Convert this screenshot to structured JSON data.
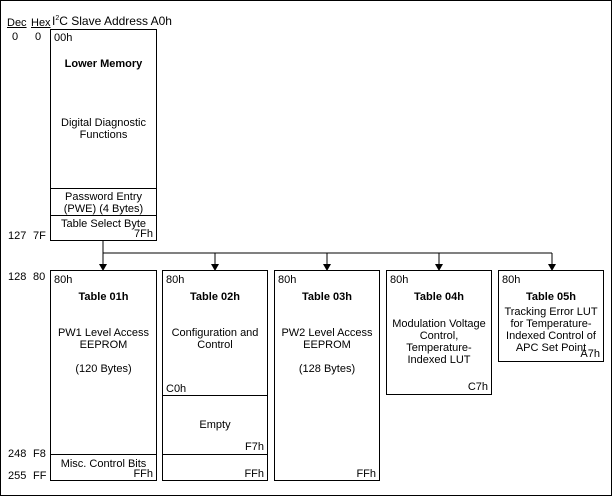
{
  "header": {
    "dec": "Dec",
    "hex": "Hex",
    "i2c_prefix": "I",
    "i2c_sup": "2",
    "i2c_rest": "C Slave Address A0h"
  },
  "row_labels": [
    {
      "dec": "0",
      "hex": "0"
    },
    {
      "dec": "127",
      "hex": "7F"
    },
    {
      "dec": "128",
      "hex": "80"
    },
    {
      "dec": "248",
      "hex": "F8"
    },
    {
      "dec": "255",
      "hex": "FF"
    }
  ],
  "lower": {
    "start": "00h",
    "title": "Lower Memory",
    "desc": "Digital Diagnostic Functions",
    "pwe": "Password Entry (PWE) (4 Bytes)",
    "table_select": "Table Select Byte",
    "table_select_end": "7Fh"
  },
  "tables": [
    {
      "start": "80h",
      "title": "Table 01h",
      "desc": "PW1 Level Access EEPROM",
      "note": "(120 Bytes)",
      "end": "",
      "misc": "Misc. Control Bits",
      "misc_end": "FFh"
    },
    {
      "start": "80h",
      "title": "Table 02h",
      "desc": "Configuration and Control",
      "mid": "C0h",
      "empty": "Empty",
      "empty_end": "F7h",
      "end": "FFh"
    },
    {
      "start": "80h",
      "title": "Table 03h",
      "desc": "PW2 Level Access EEPROM",
      "note": "(128 Bytes)",
      "end": "FFh"
    },
    {
      "start": "80h",
      "title": "Table 04h",
      "desc": "Modulation Voltage Control, Temperature-Indexed LUT",
      "end": "C7h"
    },
    {
      "start": "80h",
      "title": "Table 05h",
      "desc": "Tracking Error LUT for Temperature-Indexed Control of APC Set Point",
      "end": "A7h"
    }
  ]
}
